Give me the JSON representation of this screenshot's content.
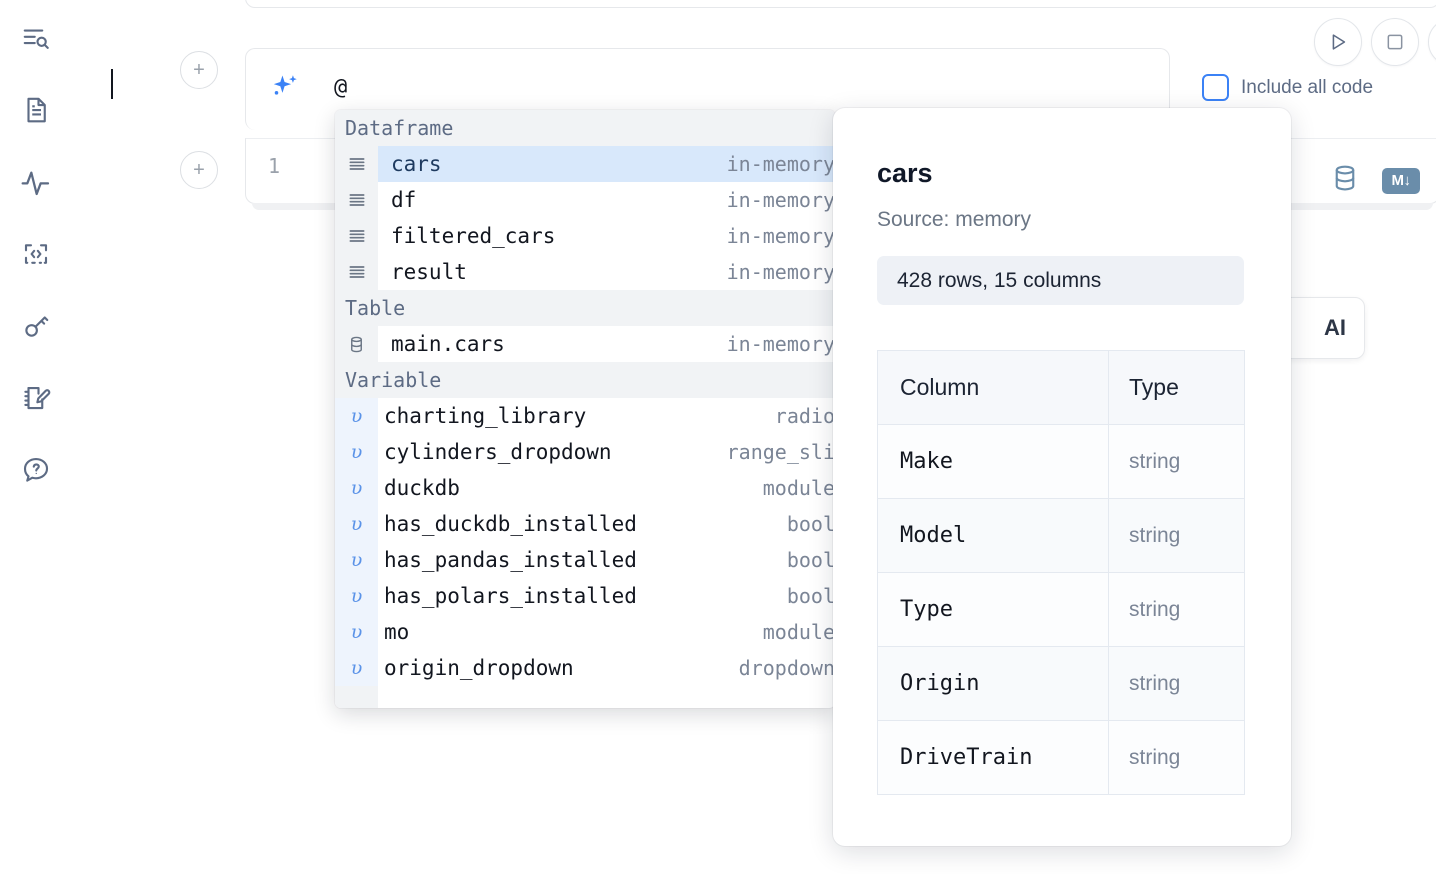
{
  "sidebar": {
    "items": [
      {
        "name": "explorer-search-icon",
        "icon": "list-search"
      },
      {
        "name": "document-icon",
        "icon": "file-text"
      },
      {
        "name": "activity-icon",
        "icon": "pulse"
      },
      {
        "name": "code-snippet-icon",
        "icon": "code-brackets"
      },
      {
        "name": "secrets-key-icon",
        "icon": "key"
      },
      {
        "name": "notebook-edit-icon",
        "icon": "notebook-pencil"
      },
      {
        "name": "help-icon",
        "icon": "question-chat"
      }
    ]
  },
  "toolbar": {
    "run_label": "Run",
    "stop_label": "Stop",
    "include_all_code_label": "Include all code",
    "include_all_code_checked": false
  },
  "prompt": {
    "text": "@",
    "sparkle_icon": "sparkle-ai-icon",
    "add_button_label": "+"
  },
  "code_cell": {
    "line_number": "1",
    "database_icon": "database-icon",
    "markdown_badge": "M↓"
  },
  "ai_chip": {
    "label": "AI"
  },
  "autocomplete": {
    "groups": [
      {
        "label": "Dataframe",
        "icon": "dataframe-rows-icon",
        "kind": "dataframe",
        "items": [
          {
            "name": "cars",
            "type": "in-memory",
            "selected": true
          },
          {
            "name": "df",
            "type": "in-memory",
            "selected": false
          },
          {
            "name": "filtered_cars",
            "type": "in-memory",
            "selected": false
          },
          {
            "name": "result",
            "type": "in-memory",
            "selected": false
          }
        ]
      },
      {
        "label": "Table",
        "icon": "database-icon",
        "kind": "table",
        "items": [
          {
            "name": "main.cars",
            "type": "in-memory",
            "selected": false
          }
        ]
      },
      {
        "label": "Variable",
        "icon": "variable-icon",
        "kind": "variable",
        "items": [
          {
            "name": "charting_library",
            "type": "radio",
            "selected": false
          },
          {
            "name": "cylinders_dropdown",
            "type": "range_sli",
            "selected": false
          },
          {
            "name": "duckdb",
            "type": "module",
            "selected": false
          },
          {
            "name": "has_duckdb_installed",
            "type": "bool",
            "selected": false
          },
          {
            "name": "has_pandas_installed",
            "type": "bool",
            "selected": false
          },
          {
            "name": "has_polars_installed",
            "type": "bool",
            "selected": false
          },
          {
            "name": "mo",
            "type": "module",
            "selected": false
          },
          {
            "name": "origin_dropdown",
            "type": "dropdown",
            "selected": false
          }
        ]
      }
    ]
  },
  "doc_panel": {
    "title": "cars",
    "source": "Source: memory",
    "shape": "428 rows, 15 columns",
    "columns_header": "Column",
    "type_header": "Type",
    "rows": [
      {
        "column": "Make",
        "type": "string"
      },
      {
        "column": "Model",
        "type": "string"
      },
      {
        "column": "Type",
        "type": "string"
      },
      {
        "column": "Origin",
        "type": "string"
      },
      {
        "column": "DriveTrain",
        "type": "string"
      }
    ]
  },
  "colors": {
    "accent_blue": "#3b82f6",
    "selection_blue": "#d8e8fb",
    "icon_slate": "#5d6b84",
    "badge_blue_grey": "#6a8daa"
  }
}
